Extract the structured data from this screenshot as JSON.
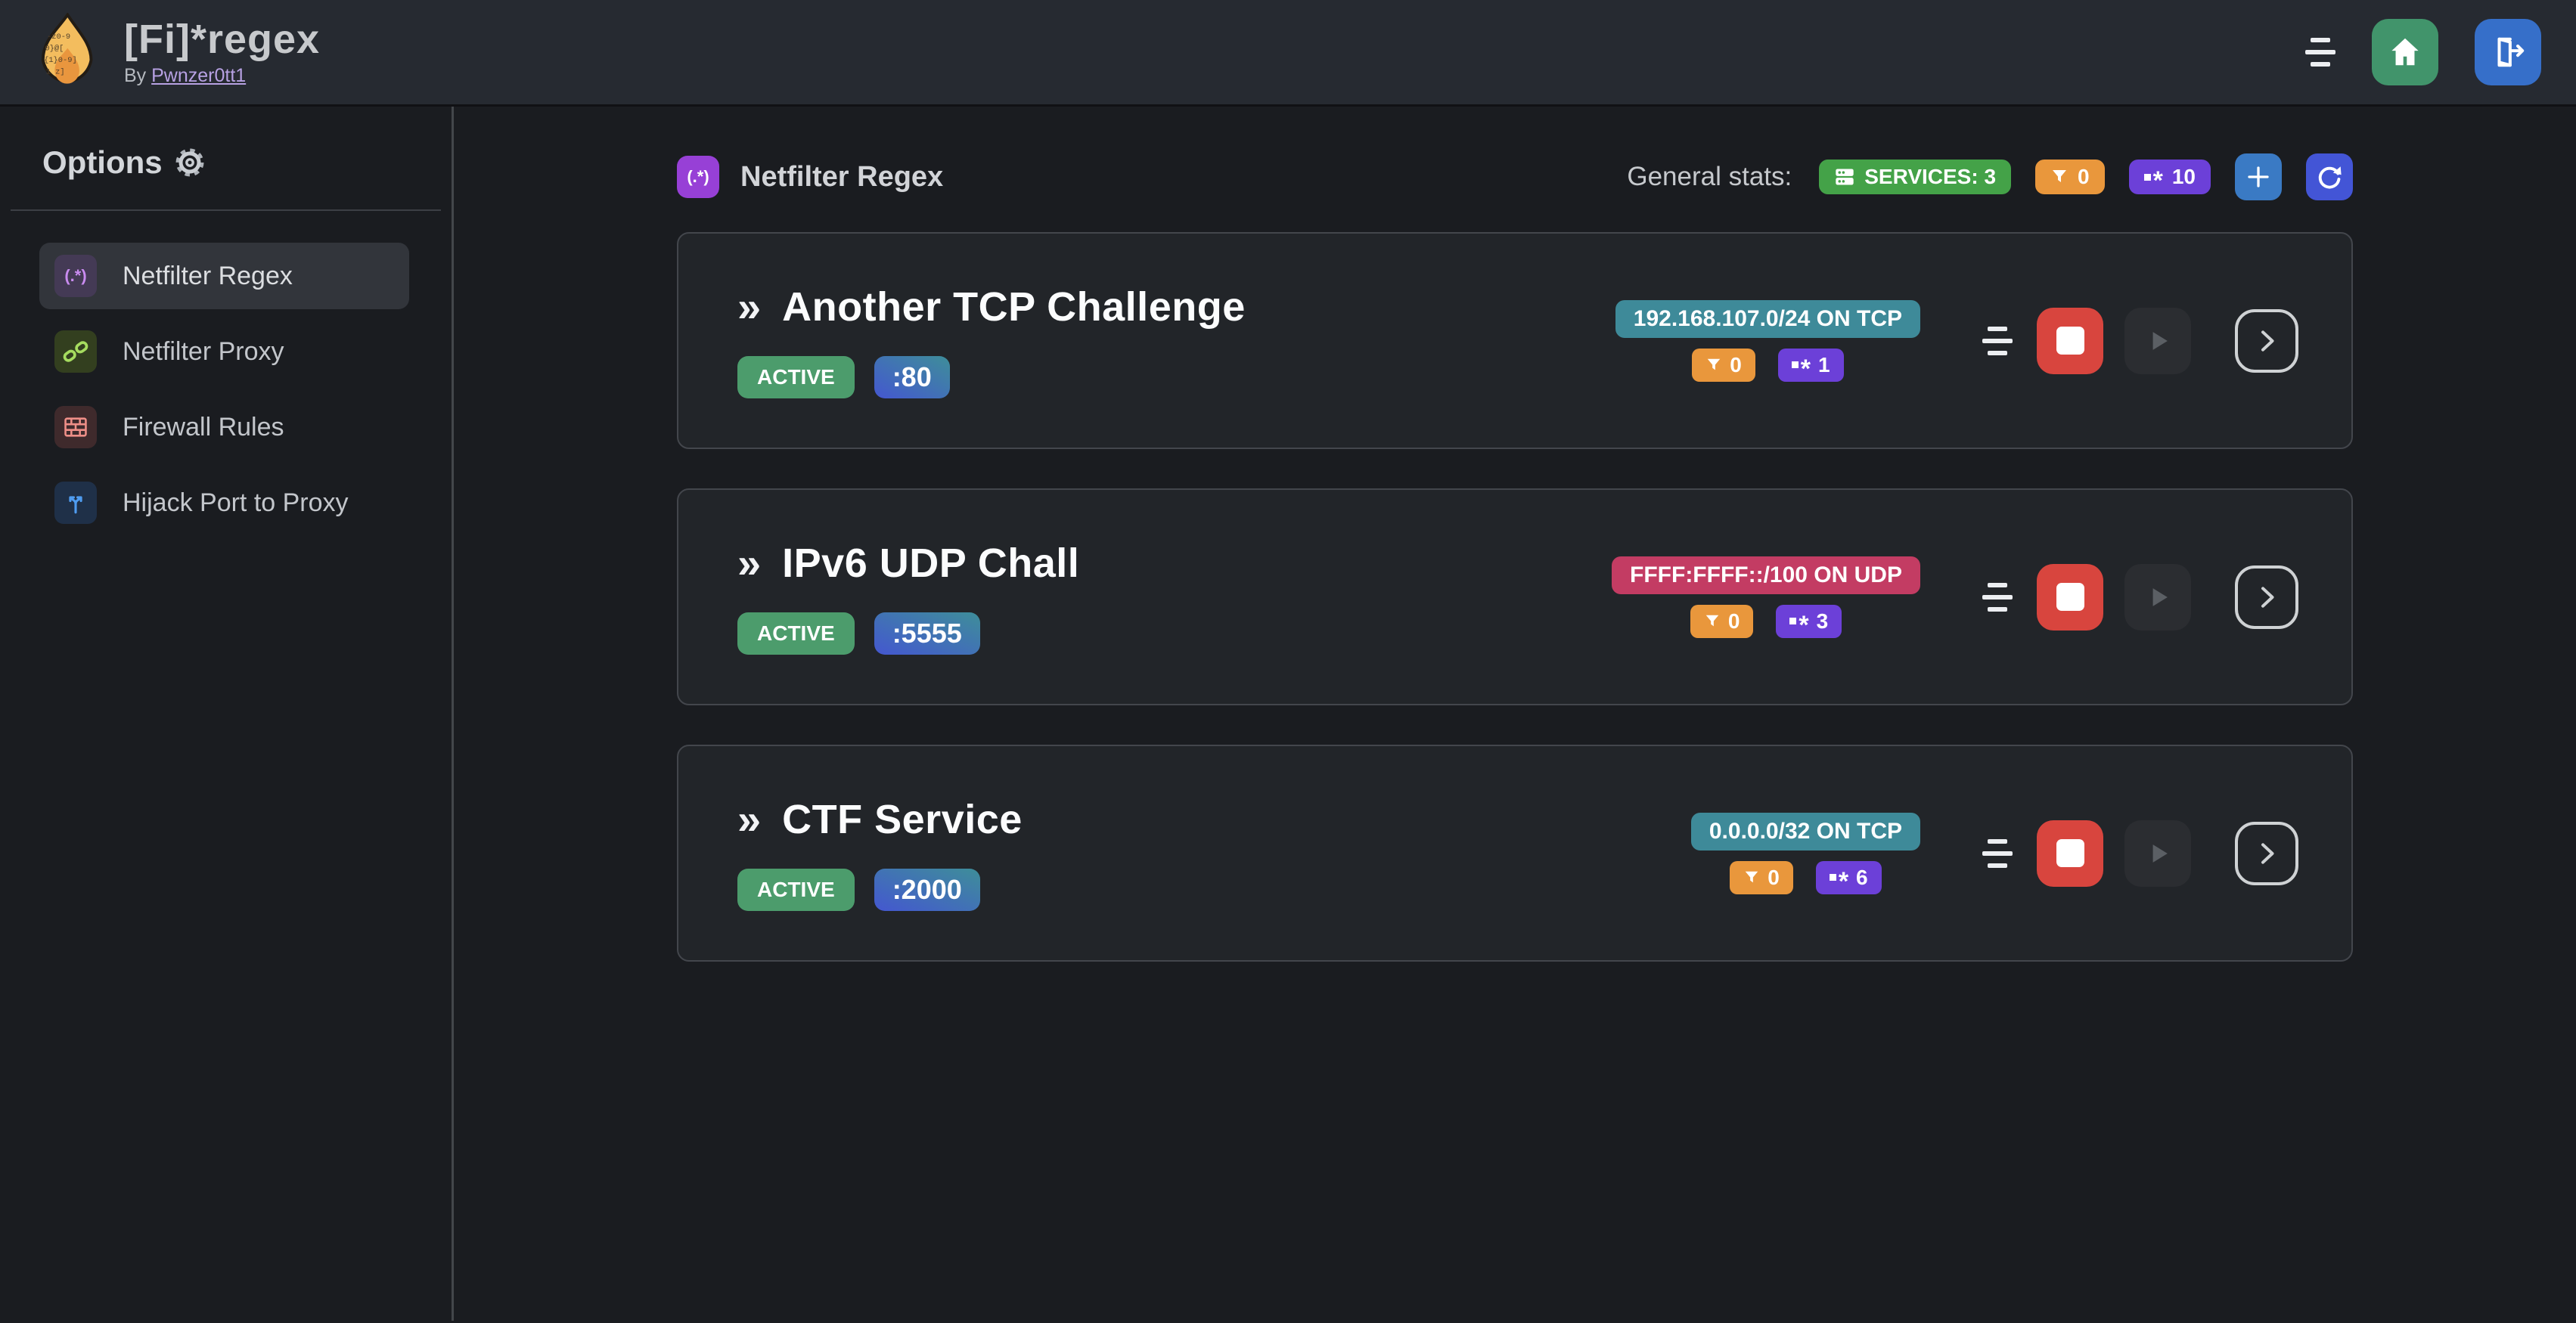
{
  "navbar": {
    "title": "[Fi]*regex",
    "byline_prefix": "By ",
    "byline_link": "Pwnzer0tt1"
  },
  "sidebar": {
    "heading": "Options",
    "items": [
      {
        "label": "Netfilter Regex"
      },
      {
        "label": "Netfilter Proxy"
      },
      {
        "label": "Firewall Rules"
      },
      {
        "label": "Hijack Port to Proxy"
      }
    ]
  },
  "main": {
    "section_title": "Netfilter Regex",
    "section_icon_glyph": "(.*)",
    "stats_label": "General stats:",
    "services_badge": "SERVICES: 3",
    "filter_count": "0",
    "regex_count": "10"
  },
  "glyphs": {
    "title_chevron": "»",
    "sidebar_regex_glyph": "(.*)"
  },
  "services": [
    {
      "name": "Another TCP Challenge",
      "status": "ACTIVE",
      "port": ":80",
      "target": "192.168.107.0/24 ON TCP",
      "target_bg": "#3e8a99",
      "filters": "0",
      "regexes": "1"
    },
    {
      "name": "IPv6 UDP Chall",
      "status": "ACTIVE",
      "port": ":5555",
      "target": "FFFF:FFFF::/100 ON UDP",
      "target_bg": "#c33c63",
      "filters": "0",
      "regexes": "3"
    },
    {
      "name": "CTF Service",
      "status": "ACTIVE",
      "port": ":2000",
      "target": "0.0.0.0/32 ON TCP",
      "target_bg": "#3e8a99",
      "filters": "0",
      "regexes": "6"
    }
  ],
  "colors": {
    "active_green": "#4c9c6c",
    "services_green": "#44a248",
    "filter_orange": "#e9973c",
    "regex_purple": "#6c40d8",
    "target_teal": "#3e8a99",
    "target_pink": "#c33c63",
    "stop_red": "#d8453e",
    "plus_blue": "#3a7ac4",
    "refresh_indigo": "#4355d6",
    "home_green": "#41946b",
    "logout_blue": "#366fc9"
  }
}
